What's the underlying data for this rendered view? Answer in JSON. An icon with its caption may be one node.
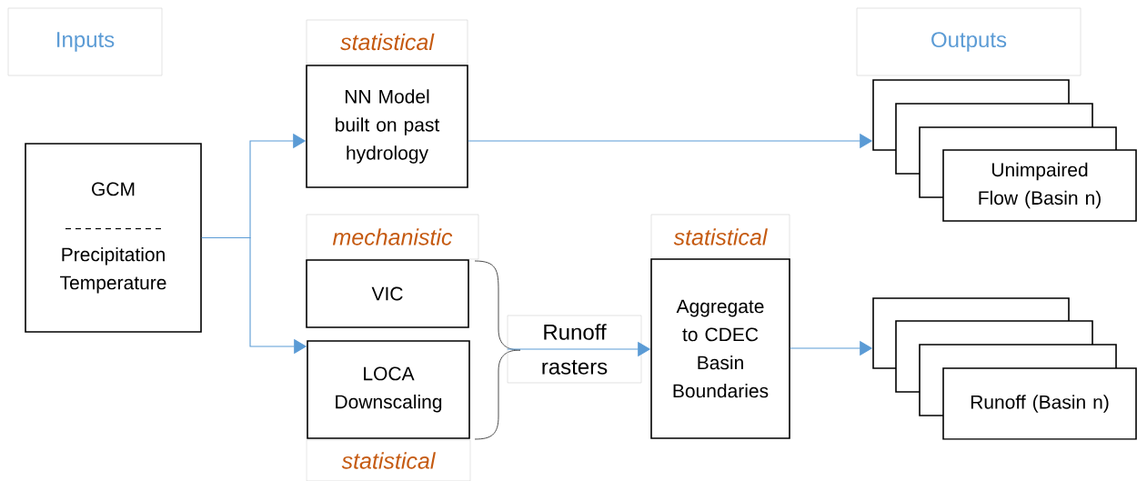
{
  "diagram": {
    "nodes": [
      {
        "text": [
          "Inputs"
        ]
      },
      {
        "text": [
          "statistical"
        ]
      },
      {
        "text": [
          "NN Model built on past hydrology"
        ]
      },
      {
        "text": [
          "Outputs"
        ]
      },
      {
        "text": [],
        "shape": "box"
      },
      {
        "text": [],
        "shape": "box"
      },
      {
        "text": [],
        "shape": "box"
      },
      {
        "text": [
          "Unimpaired Flow (Basin n)"
        ]
      },
      {
        "text": [
          "GCM",
          "Precipitation Temperature"
        ]
      },
      {
        "text": [
          "mechanistic"
        ]
      },
      {
        "text": [
          "VIC"
        ]
      },
      {
        "text": [
          "LOCA Downscaling"
        ]
      },
      {
        "text": [
          "statistical"
        ]
      },
      {
        "text": [
          "Runoff rasters"
        ]
      },
      {
        "text": [
          "statistical"
        ]
      },
      {
        "text": [
          "Aggregate to CDEC Basin Boundaries"
        ]
      },
      {
        "text": [],
        "shape": "box"
      },
      {
        "text": [],
        "shape": "box"
      },
      {
        "text": [],
        "shape": "box"
      },
      {
        "text": [
          "Runoff (Basin n)"
        ]
      }
    ],
    "edges": [
      {
        "from": 8,
        "to": 2,
        "arrow": "to"
      },
      {
        "from": 8,
        "to": 11,
        "arrow": "to"
      },
      {
        "from": 2,
        "to": 4,
        "arrow": "to"
      },
      {
        "from": 13,
        "to": 15,
        "arrow": "to"
      },
      {
        "from": 15,
        "to": 16,
        "arrow": "to"
      }
    ]
  }
}
